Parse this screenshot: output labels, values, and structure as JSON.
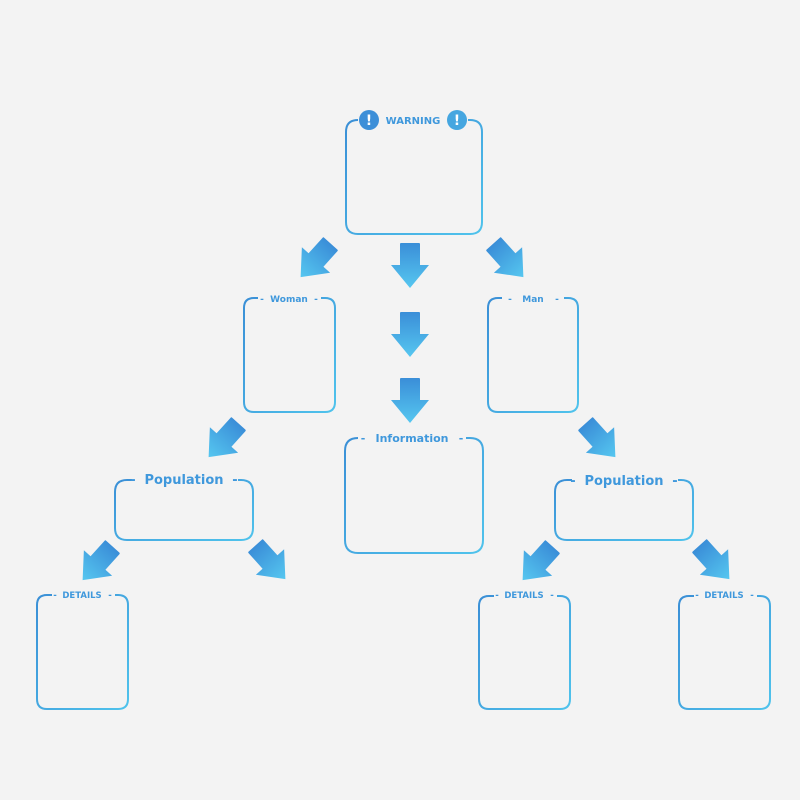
{
  "colors": {
    "background": "#f3f3f3",
    "stroke_start": "#3a8fd6",
    "stroke_end": "#4fc3ec",
    "arrow_start": "#3a8ed8",
    "arrow_end": "#56c7f0",
    "label": "#3f98dc"
  },
  "nodes": {
    "warning": {
      "label": "WARNING",
      "icon": "exclamation-icon",
      "icon_glyph": "!"
    },
    "woman": {
      "label": "Woman"
    },
    "man": {
      "label": "Man"
    },
    "information": {
      "label": "Information"
    },
    "population_left": {
      "label": "Population"
    },
    "population_right": {
      "label": "Population"
    },
    "details_left": {
      "label": "DETAILS"
    },
    "details_mid": {
      "label": "DETAILS"
    },
    "details_right": {
      "label": "DETAILS"
    }
  }
}
